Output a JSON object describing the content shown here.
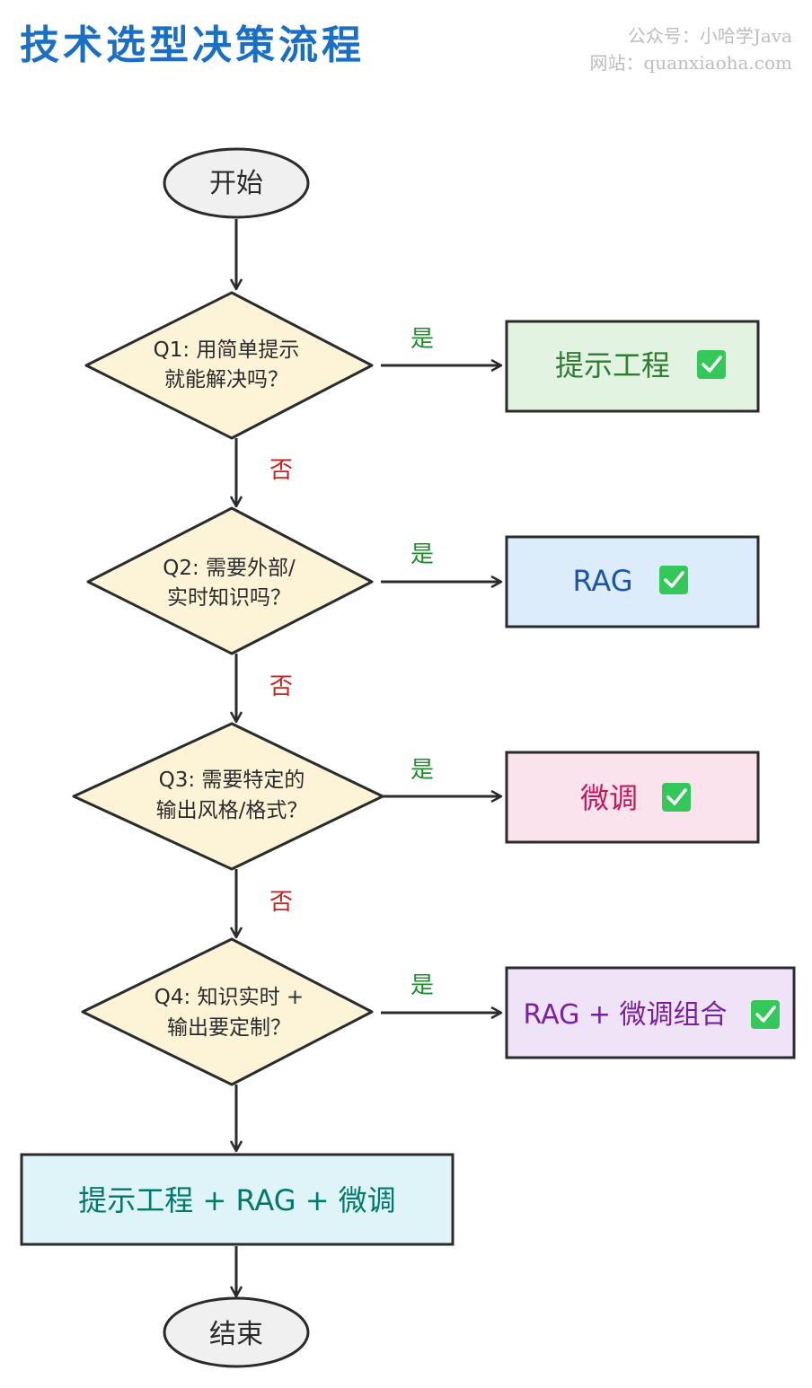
{
  "header": {
    "title": "技术选型决策流程",
    "watermark_account": "公众号：小哈学Java",
    "watermark_site": "网站：quanxiaoha.com"
  },
  "flow": {
    "start": "开始",
    "end": "结束",
    "yes_label": "是",
    "no_label": "否",
    "questions": [
      {
        "id": "q1",
        "line1": "Q1: 用简单提示",
        "line2": "就能解决吗？"
      },
      {
        "id": "q2",
        "line1": "Q2: 需要外部/",
        "line2": "实时知识吗？"
      },
      {
        "id": "q3",
        "line1": "Q3: 需要特定的",
        "line2": "输出风格/格式？"
      },
      {
        "id": "q4",
        "line1": "Q4: 知识实时 +",
        "line2": "输出要定制？"
      }
    ],
    "outcomes": [
      {
        "id": "prompt-engineering",
        "label": "提示工程",
        "color": "#2e7d32",
        "fill": "#e3f3e1"
      },
      {
        "id": "rag",
        "label": "RAG",
        "color": "#1a56a8",
        "fill": "#dcecfb"
      },
      {
        "id": "fine-tuning",
        "label": "微调",
        "color": "#c2185b",
        "fill": "#fbe3ee"
      },
      {
        "id": "rag-finetune-combo",
        "label": "RAG + 微调组合",
        "color": "#7b1fa2",
        "fill": "#efe3f7"
      }
    ],
    "final": {
      "label": "提示工程 + RAG + 微调",
      "color": "#00796b",
      "fill": "#dff4f8"
    },
    "colors": {
      "decision_fill": "#fdf3d6",
      "stroke": "#2b2b2b",
      "check_fill": "#34c759"
    }
  }
}
